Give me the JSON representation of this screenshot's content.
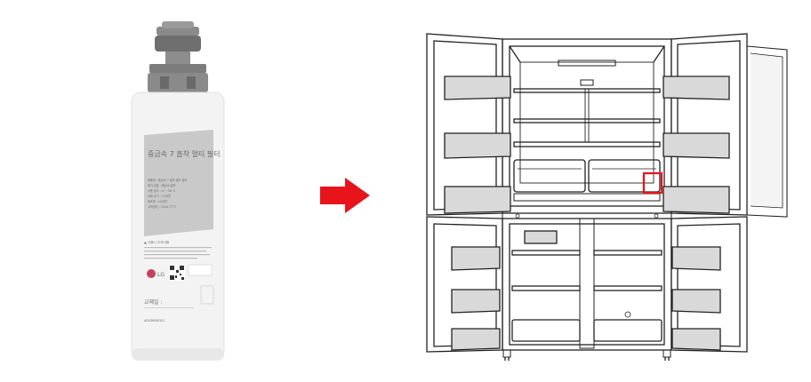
{
  "filter": {
    "title": "중금속 7 흡착 얼티 필터",
    "info_lines": [
      "제품명 : 중금속 7 흡착 얼티 필터",
      "제거 성분 : 중금속 흡착",
      "사용 온도 : 4 ~ 38 ℃",
      "교체 주기 : 12개월",
      "제조원 : LG전자",
      "고객센터 : 1544-7777"
    ],
    "caution_title": "▲ 사용시 주의사항",
    "exchange_label": "교체일 :",
    "serial": "ADQ36006101",
    "logo_text": "LG"
  },
  "colors": {
    "arrow": "#e8141c",
    "highlight": "#e8141c",
    "cap": "#7a7a7a",
    "body": "#f4f4f4",
    "label": "#c9c9c9"
  }
}
